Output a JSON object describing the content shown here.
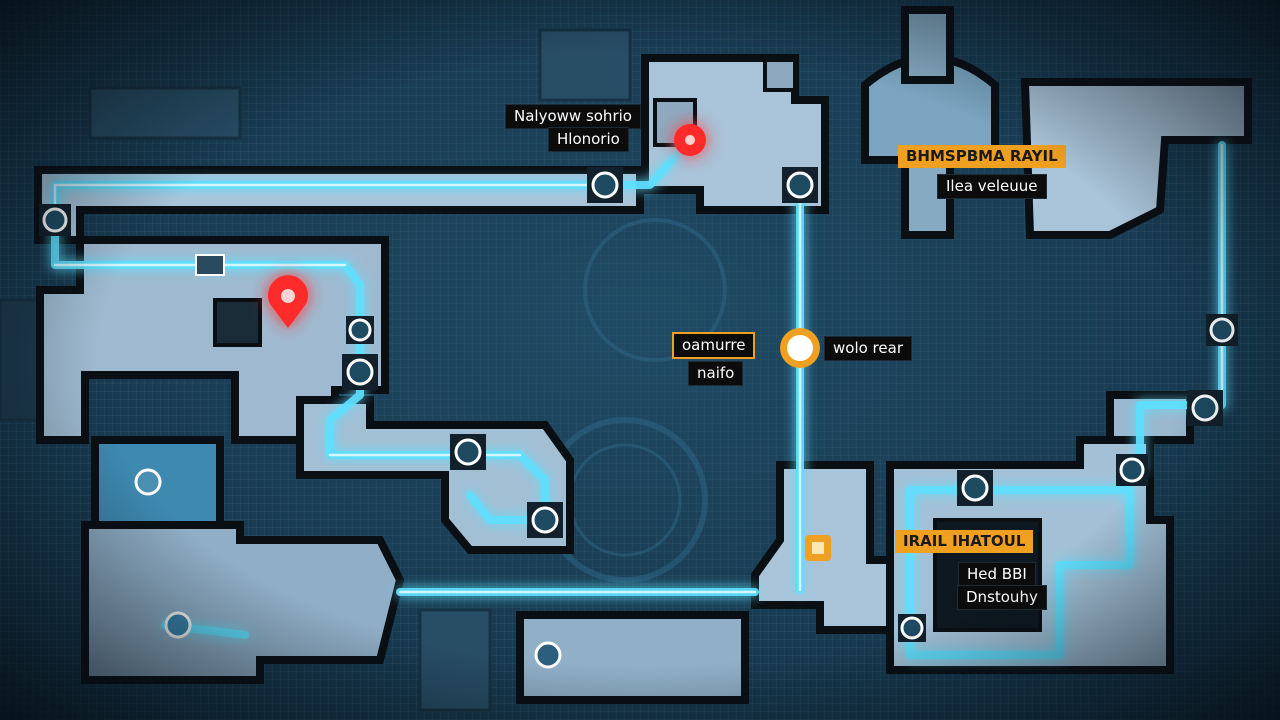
{
  "colors": {
    "background": "#17384d",
    "room_fill": "#a9c3d8",
    "room_fill_dark": "#7f9fb8",
    "wall": "#0a0f14",
    "path_glow": "#5fe0ff",
    "alert_red": "#ff2a2a",
    "accent_orange": "#f0a020",
    "label_bg": "#0c0c0c",
    "label_text": "#ffffff"
  },
  "labels": {
    "top_note_line1": "Nalyoww sohrio",
    "top_note_line2": "Hlonorio",
    "right_banner": "BHMSPBMA RAYIL",
    "right_banner_sub": "Ilea veleuue",
    "center_left_line1": "oamurre",
    "center_left_line2": "naifo",
    "center_right": "wolo rear",
    "lower_banner": "IRAIL IHATOUL",
    "lower_sub_line1": "Hed BBI",
    "lower_sub_line2": "Dnstouhy"
  },
  "markers": {
    "objective_icon": "location-pin-icon",
    "alert_icon": "red-alert-icon",
    "waypoint_icon": "orange-waypoint-icon",
    "node_icon": "path-node-icon",
    "item_icon": "orange-item-icon"
  }
}
